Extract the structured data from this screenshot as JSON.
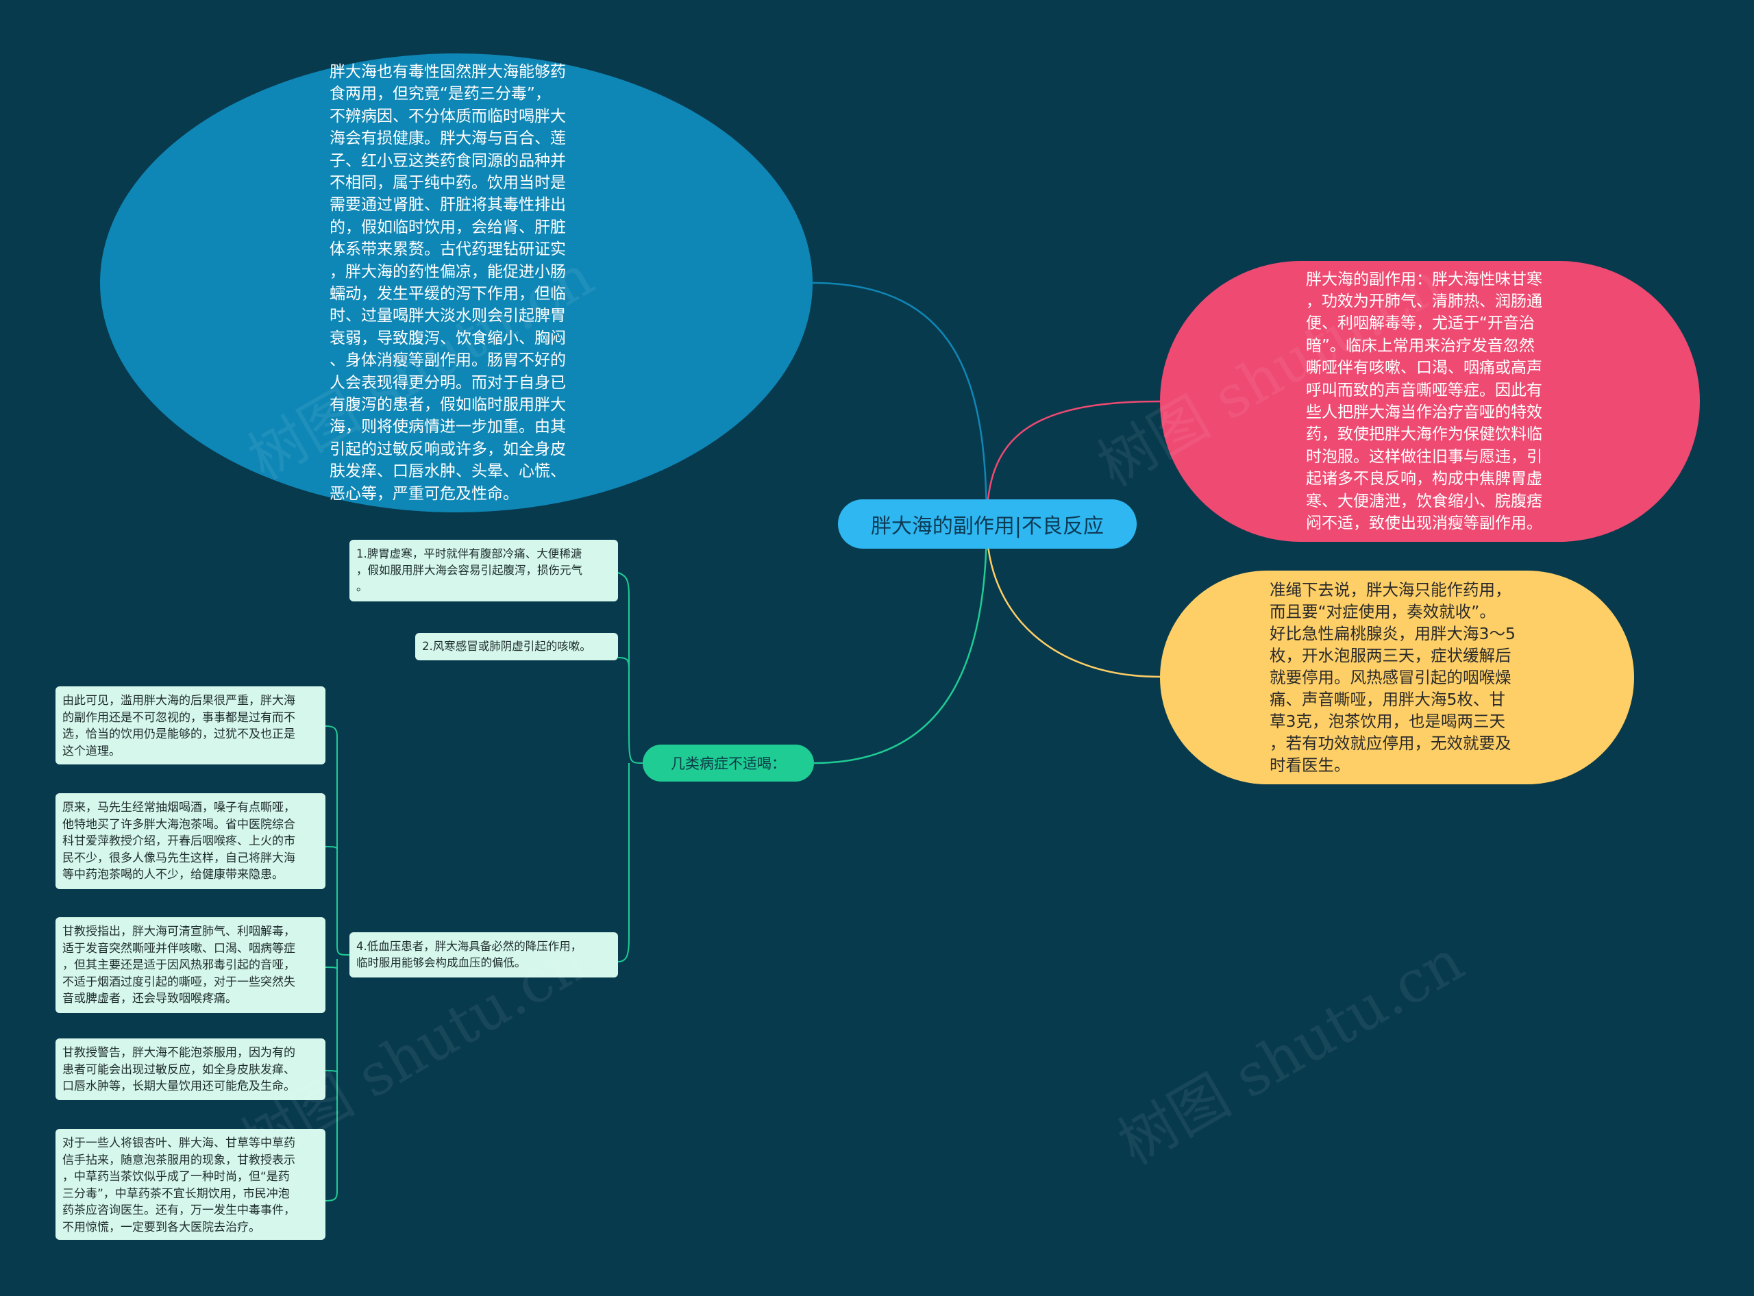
{
  "diagram": {
    "center": {
      "label": "胖大海的副作用|不良反应"
    },
    "right_nodes": [
      {
        "text": "胖大海的副作用：胖大海性味甘寒\n，功效为开肺气、清肺热、润肠通\n便、利咽解毒等，尤适于“开音治\n暗”。临床上常用来治疗发音忽然\n嘶哑伴有咳嗽、口渴、咽痛或高声\n呼叫而致的声音嘶哑等症。因此有\n些人把胖大海当作治疗音哑的特效\n药，致使把胖大海作为保健饮料临\n时泡服。这样做往旧事与愿违，引\n起诸多不良反响，构成中焦脾胃虚\n寒、大便溏泄，饮食缩小、脘腹痞\n闷不适，致使出现消瘦等副作用。"
      },
      {
        "text": "准绳下去说，胖大海只能作药用，\n而且要“对症使用，奏效就收”。\n好比急性扁桃腺炎，用胖大海3～5\n枚，开水泡服两三天，症状缓解后\n就要停用。风热感冒引起的咽喉燥\n痛、声音嘶哑，用胖大海5枚、甘\n草3克，泡茶饮用，也是喝两三天\n，若有功效就应停用，无效就要及\n时看医生。"
      }
    ],
    "left_top_node": {
      "text": "胖大海也有毒性固然胖大海能够药\n食两用，但究竟“是药三分毒”，\n不辨病因、不分体质而临时喝胖大\n海会有损健康。胖大海与百合、莲\n子、红小豆这类药食同源的品种并\n不相同，属于纯中药。饮用当时是\n需要通过肾脏、肝脏将其毒性排出\n的，假如临时饮用，会给肾、肝脏\n体系带来累赘。古代药理钻研证实\n，胖大海的药性偏凉，能促进小肠\n蠕动，发生平缓的泻下作用，但临\n时、过量喝胖大淡水则会引起脾胃\n衰弱，导致腹泻、饮食缩小、胸闷\n、身体消瘦等副作用。肠胃不好的\n人会表现得更分明。而对于自身已\n有腹泻的患者，假如临时服用胖大\n海，则将使病情进一步加重。由其\n引起的过敏反响或许多，如全身皮\n肤发痒、口唇水肿、头晕、心慌、\n恶心等，严重可危及性命。"
    },
    "sub_node": {
      "label": "几类病症不适喝：",
      "children": [
        {
          "text": "1.脾胃虚寒，平时就伴有腹部冷痛、大便稀溏\n，假如服用胖大海会容易引起腹泻，损伤元气\n。"
        },
        {
          "text": "2.风寒感冒或肺阴虚引起的咳嗽。"
        },
        {
          "text": "4.低血压患者，胖大海具备必然的降压作用，\n临时服用能够会构成血压的偏低。",
          "children": [
            {
              "text": "由此可见，滥用胖大海的后果很严重，胖大海\n的副作用还是不可忽视的，事事都是过有而不\n选，恰当的饮用仍是能够的，过犹不及也正是\n这个道理。"
            },
            {
              "text": "原来，马先生经常抽烟喝酒，嗓子有点嘶哑，\n他特地买了许多胖大海泡茶喝。省中医院综合\n科甘爱萍教授介绍，开春后咽喉疼、上火的市\n民不少，很多人像马先生这样，自己将胖大海\n等中药泡茶喝的人不少，给健康带来隐患。"
            },
            {
              "text": "甘教授指出，胖大海可清宣肺气、利咽解毒，\n适于发音突然嘶哑并伴咳嗽、口渴、咽病等症\n，但其主要还是适于因风热邪毒引起的音哑，\n不适于烟酒过度引起的嘶哑，对于一些突然失\n音或脾虚者，还会导致咽喉疼痛。"
            },
            {
              "text": "甘教授警告，胖大海不能泡茶服用，因为有的\n患者可能会出现过敏反应，如全身皮肤发痒、\n口唇水肿等，长期大量饮用还可能危及生命。"
            },
            {
              "text": "对于一些人将银杏叶、胖大海、甘草等中草药\n信手拈来，随意泡茶服用的现象，甘教授表示\n，中草药当茶饮似乎成了一种时尚，但“是药\n三分毒”，中草药茶不宜长期饮用，市民冲泡\n药茶应咨询医生。还有，万一发生中毒事件，\n不用惊慌，一定要到各大医院去治疗。"
            }
          ]
        }
      ]
    }
  },
  "colors": {
    "background": "#083a4e",
    "blue": "#0f87b6",
    "red": "#ef4a72",
    "yellow": "#fecf66",
    "center": "#2fb7f2",
    "green": "#1fcc94",
    "leaf": "#d6f7ec"
  },
  "watermark": {
    "text": "树图 shutu.cn"
  }
}
